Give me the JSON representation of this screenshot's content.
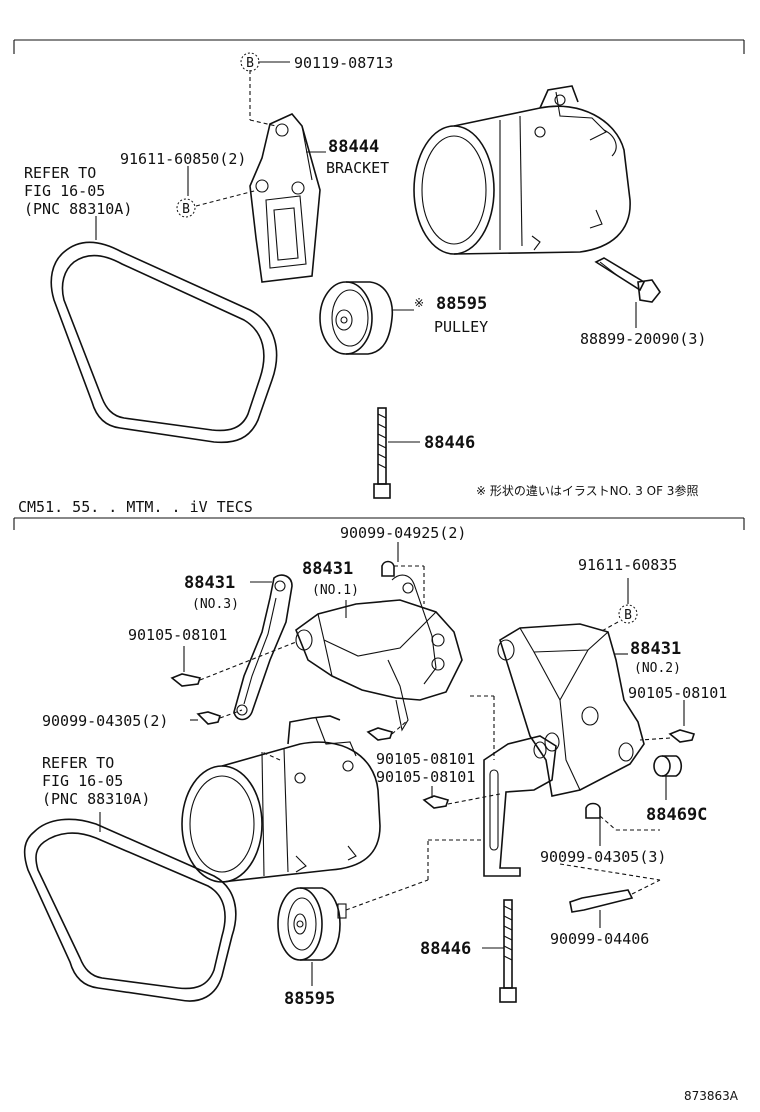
{
  "diagram": {
    "section_top": {
      "labels": {
        "p_90119": "90119-08713",
        "p_91611": "91611-60850(2)",
        "p_88444": "88444",
        "bracket": "BRACKET",
        "refer1": "REFER TO",
        "refer2": "FIG 16-05",
        "refer3": "(PNC 88310A)",
        "p_88595": "88595",
        "pulley": "PULLEY",
        "note_mark": "※",
        "p_88899": "88899-20090(3)",
        "p_88446": "88446",
        "b1": "B",
        "b2": "B",
        "note": "※ 形状の違いはイラストNO. 3 OF 3参照"
      }
    },
    "section_label": "CM51. 55. . MTM. . iV TECS",
    "section_bottom": {
      "labels": {
        "p_90099_04925": "90099-04925(2)",
        "p_88431_no1": "88431",
        "no1": "(NO.1)",
        "p_88431_no3": "88431",
        "no3": "(NO.3)",
        "p_91611_60835": "91611-60835",
        "p_90105_08101_a": "90105-08101",
        "p_88431_no2": "88431",
        "no2": "(NO.2)",
        "p_90105_08101_b": "90105-08101",
        "p_90099_04305_2": "90099-04305(2)",
        "p_90105_08101_c": "90105-08101",
        "p_90105_08101_d": "90105-08101",
        "refer1": "REFER TO",
        "refer2": "FIG 16-05",
        "refer3": "(PNC 88310A)",
        "p_88469c": "88469C",
        "p_90099_04305_3": "90099-04305(3)",
        "p_88446": "88446",
        "p_90099_04406": "90099-04406",
        "p_88595": "88595",
        "b3": "B"
      }
    },
    "figure_id": "873863A"
  }
}
